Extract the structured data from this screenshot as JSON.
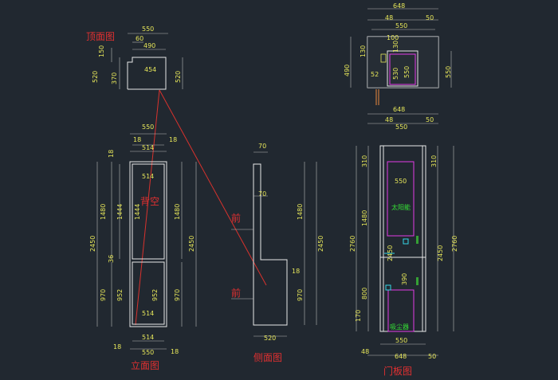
{
  "titles": {
    "top_view": "顶面图",
    "elevation": "立面图",
    "side_view": "侧面图",
    "door_panel": "门板图"
  },
  "notes": {
    "back_empty": "背空",
    "front_upper": "前",
    "front_lower": "前",
    "sterilizer": "太阳能",
    "vacuum": "吸尘器"
  },
  "colors": {
    "background": "#212830",
    "dimension_text": "#e6e65a",
    "red_annotation": "#e03030",
    "magenta": "#e23be6",
    "green_text": "#35e035"
  },
  "dims": {
    "tv_550": "550",
    "tv_60": "60",
    "tv_490": "490",
    "tv_454": "454",
    "tv_150": "150",
    "tv_520l": "520",
    "tv_370": "370",
    "tv_520r": "520",
    "el_550t": "550",
    "el_18tl": "18",
    "el_514t": "514",
    "el_18tr": "18",
    "el_18side": "18",
    "el_514u": "514",
    "el_2450l": "2450",
    "el_1480l": "1480",
    "el_1444a": "1444",
    "el_1444b": "1444",
    "el_36": "36",
    "el_970l": "970",
    "el_952a": "952",
    "el_952b": "952",
    "el_514l": "514",
    "el_1480r": "1480",
    "el_2450r": "2450",
    "el_970r": "970",
    "el_514b": "514",
    "el_18bl": "18",
    "el_550b": "550",
    "el_18br": "18",
    "sv_70t": "70",
    "sv_70m": "70",
    "sv_18": "18",
    "sv_1480": "1480",
    "sv_2450": "2450",
    "sv_970": "970",
    "sv_520": "520",
    "dp_648t": "648",
    "dp_48t": "48",
    "dp_550t": "550",
    "dp_50t": "50",
    "dp_100": "100",
    "dp_130a": "130",
    "dp_130b": "130",
    "dp_490": "490",
    "dp_52": "52",
    "dp_530": "530",
    "dp_550i": "550",
    "dp_550r": "550",
    "dp_648m": "648",
    "dp_48m": "48",
    "dp_550m": "550",
    "dp_50m": "50",
    "dp_310l": "310",
    "dp_310r": "310",
    "dp_1480": "1480",
    "dp_2760l": "2760",
    "dp_2760r": "2760",
    "dp_550in": "550",
    "dp_2450": "2450",
    "dp_2450r": "2450",
    "dp_390": "390",
    "dp_800": "800",
    "dp_170": "170",
    "dp_550b": "550",
    "dp_48b": "48",
    "dp_648b": "648",
    "dp_50b": "50"
  }
}
